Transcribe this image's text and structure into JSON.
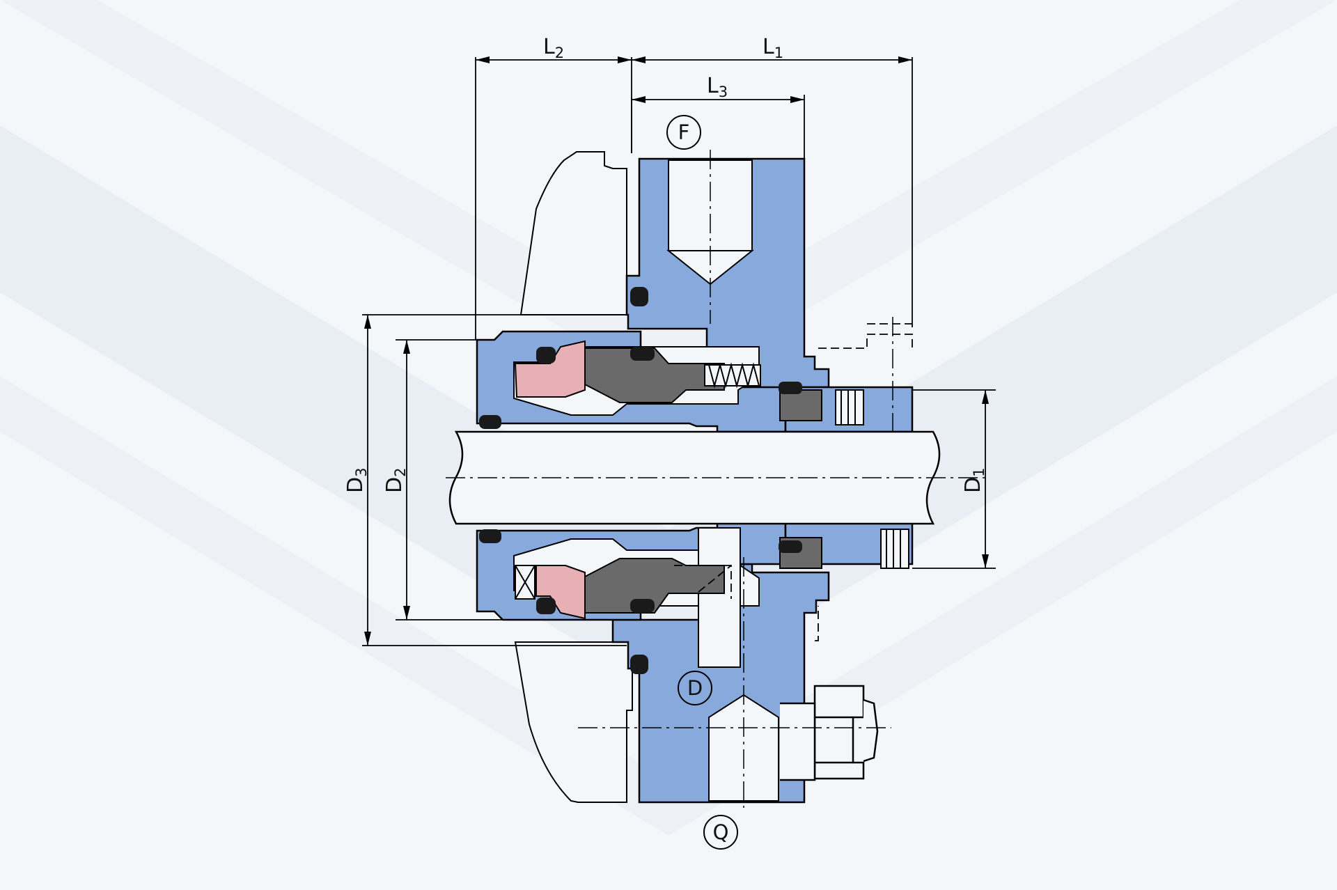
{
  "diagram": {
    "colors": {
      "background": "#f4f7fa",
      "housing": "#88a9db",
      "seal_face": "#e6b0b4",
      "seat": "#6a6a6a",
      "o_ring": "#1a1a1a",
      "line": "#000000"
    },
    "dimensions": {
      "L1": {
        "main": "L",
        "sub": "1"
      },
      "L2": {
        "main": "L",
        "sub": "2"
      },
      "L3": {
        "main": "L",
        "sub": "3"
      },
      "D1": {
        "main": "D",
        "sub": "1"
      },
      "D2": {
        "main": "D",
        "sub": "2"
      },
      "D3": {
        "main": "D",
        "sub": "3"
      }
    },
    "ports": {
      "F": "F",
      "D": "D",
      "Q": "Q"
    }
  }
}
